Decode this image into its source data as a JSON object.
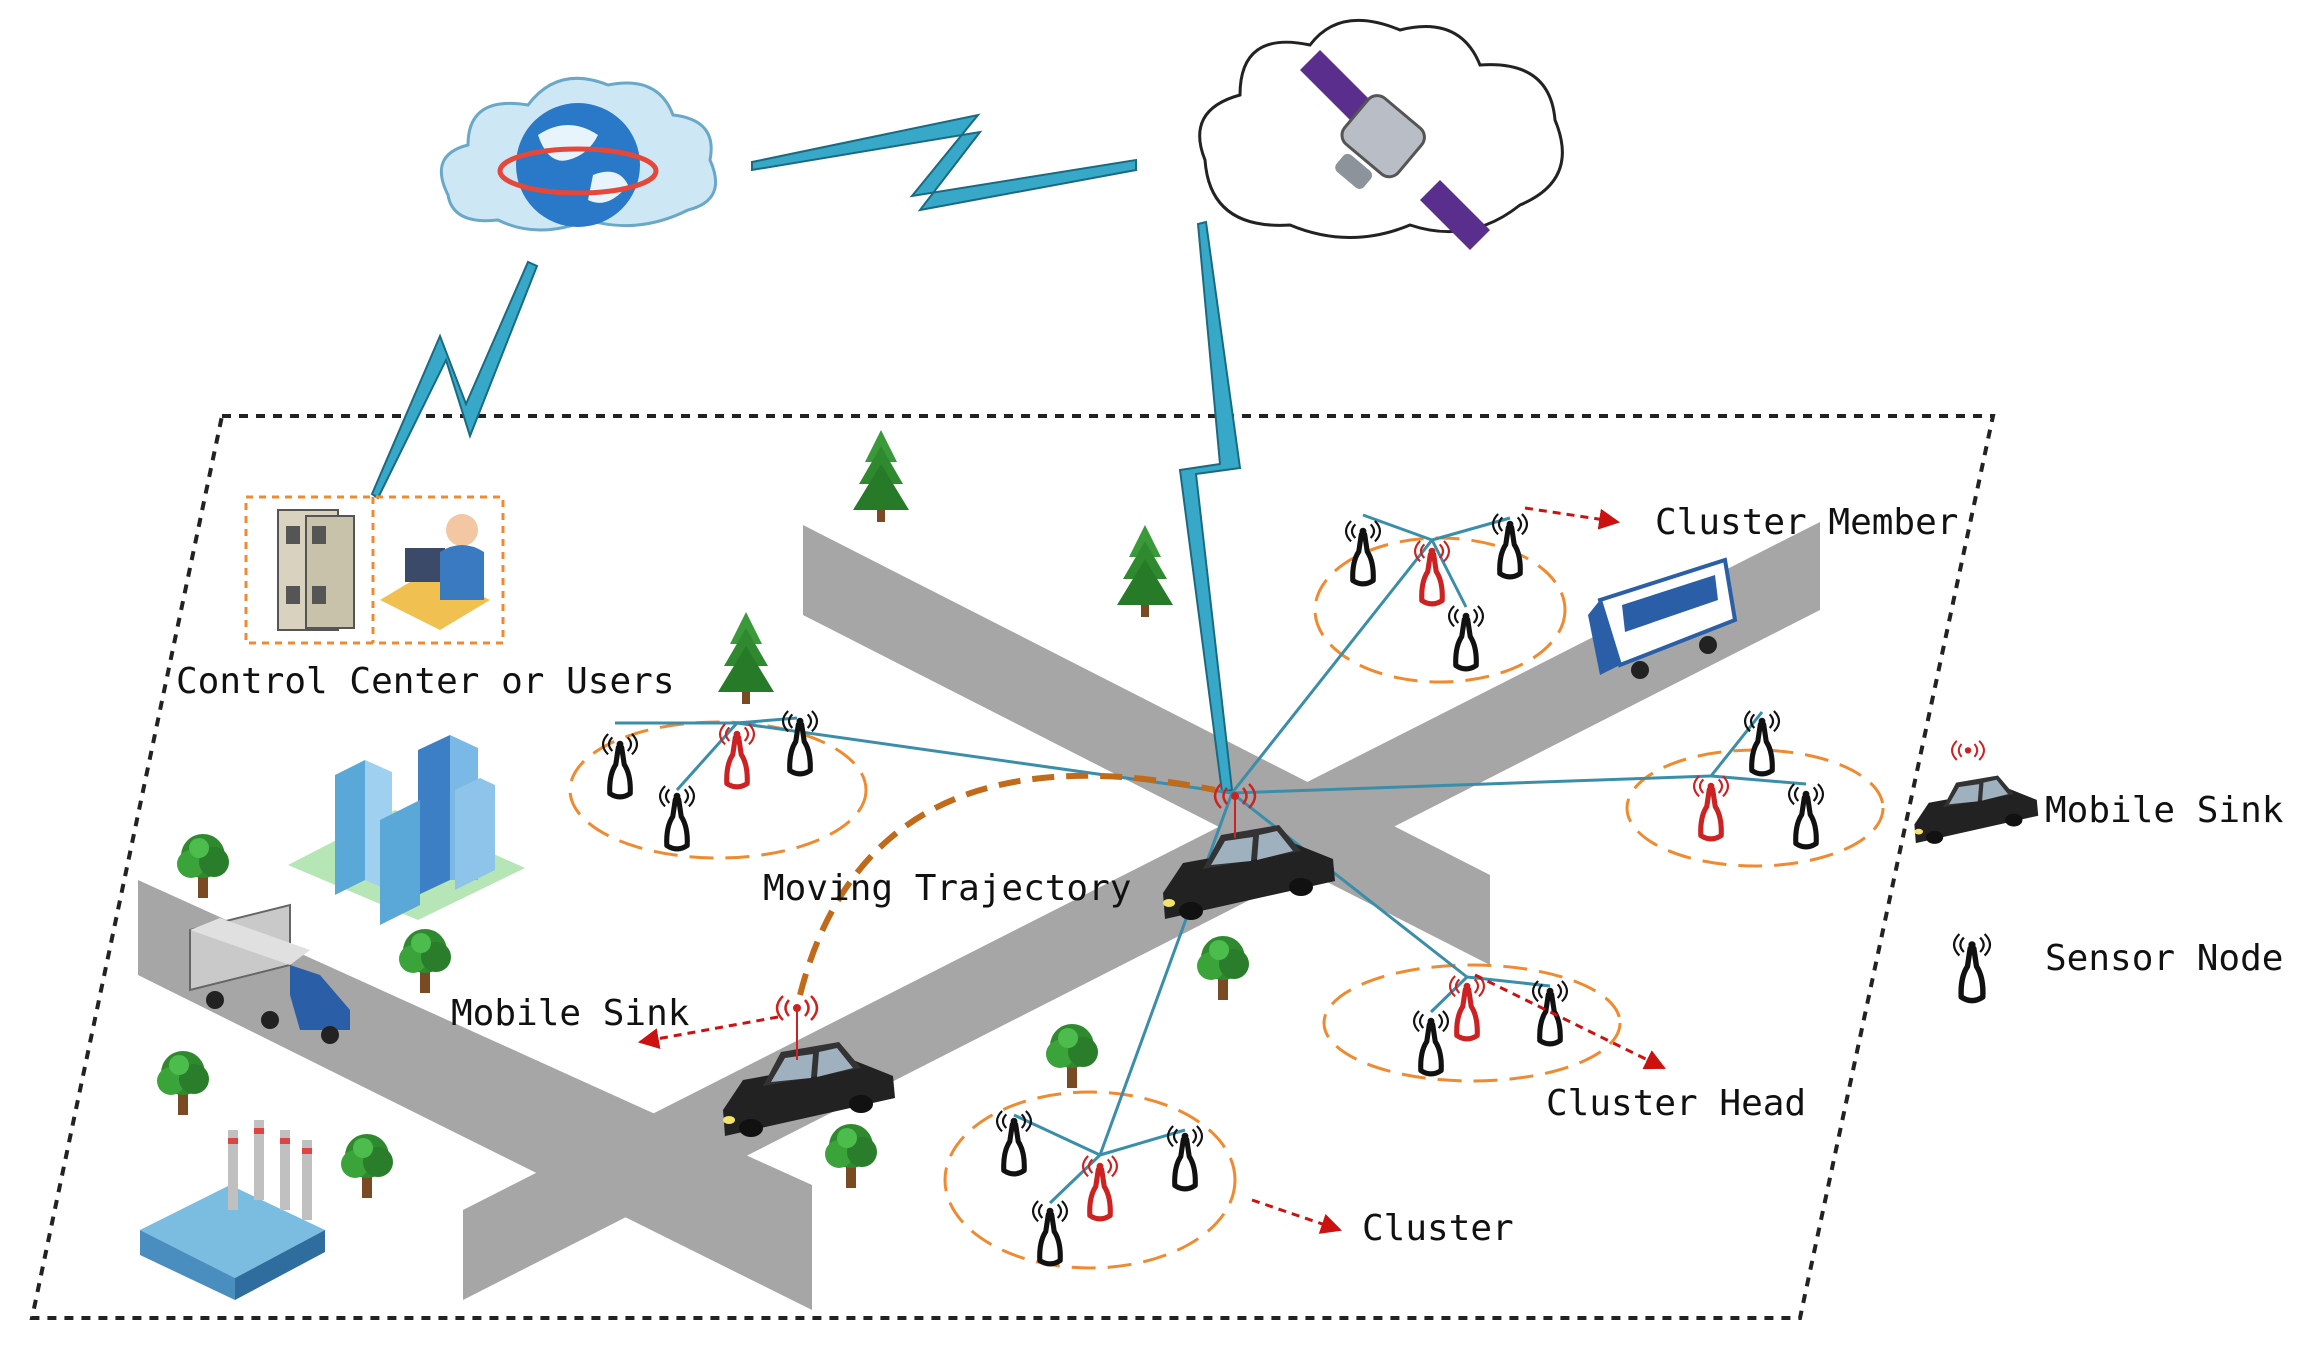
{
  "labels": {
    "control_center": "Control Center or Users",
    "cluster_member": "Cluster Member",
    "moving_trajectory": "Moving Trajectory",
    "mobile_sink": "Mobile Sink",
    "cluster_head": "Cluster Head",
    "cluster": "Cluster"
  },
  "legend": {
    "mobile_sink": "Mobile Sink",
    "sensor_node": "Sensor Node"
  },
  "colors": {
    "link_line": "#3a8eaa",
    "lightning": "#37a8c8",
    "cluster_head": "#cc2222",
    "sensor_node": "#111111",
    "cluster_ellipse": "#f08a30",
    "trajectory": "#c06a1a",
    "pointer_arrow": "#cc1111",
    "road": "#a6a6a6",
    "boundary": "#222222"
  },
  "icons": {
    "internet": "internet-cloud-icon",
    "satellite": "satellite-cloud-icon",
    "server": "server-rack-icon",
    "operator": "operator-workstation-icon",
    "tree": "tree-icon",
    "building": "city-buildings-icon",
    "factory": "factory-icon",
    "truck": "truck-icon",
    "bus": "bus-icon",
    "car": "car-icon",
    "sensor": "sensor-node-icon"
  }
}
